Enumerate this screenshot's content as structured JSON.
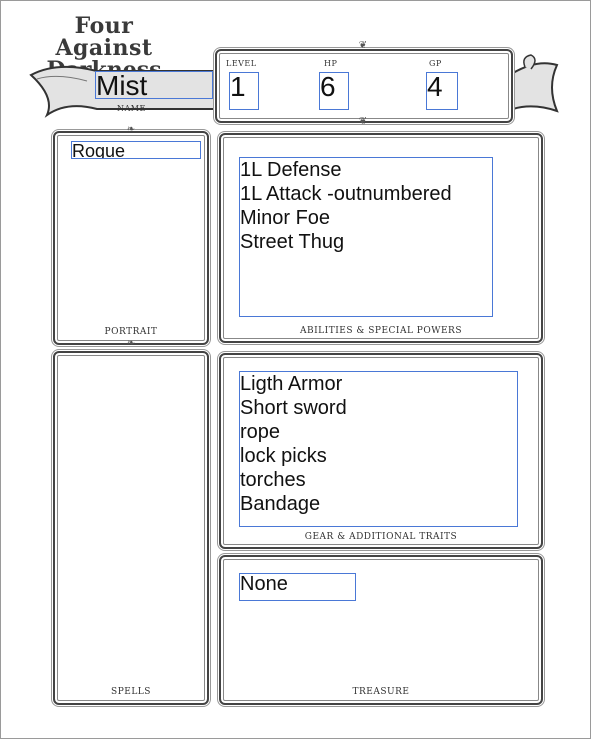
{
  "logo": {
    "line1": "Four Against",
    "line2": "Darkness"
  },
  "header": {
    "name_label": "NAME",
    "name_value": "Mist",
    "level_label": "LEVEL",
    "level_value": "1",
    "hp_label": "HP",
    "hp_value": "6",
    "gp_label": "GP",
    "gp_value": "4"
  },
  "portrait": {
    "label": "PORTRAIT",
    "class_value": "Rogue"
  },
  "abilities": {
    "label": "ABILITIES & SPECIAL POWERS",
    "lines": [
      "1L Defense",
      "1L Attack -outnumbered",
      "Minor Foe",
      "Street Thug"
    ]
  },
  "gear": {
    "label": "GEAR & ADDITIONAL TRAITS",
    "lines": [
      "Ligth Armor",
      "Short sword",
      "rope",
      "lock picks",
      "torches",
      "Bandage"
    ]
  },
  "spells": {
    "label": "SPELLS"
  },
  "treasure": {
    "label": "TREASURE",
    "value": "None"
  },
  "colors": {
    "field_border": "#4a78d6",
    "frame": "#444444",
    "ribbon": "#dcdcdc"
  }
}
